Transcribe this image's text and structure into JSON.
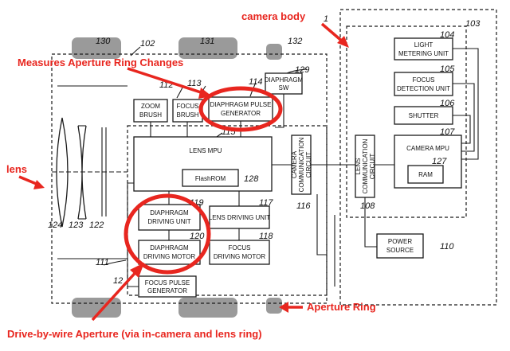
{
  "colors": {
    "annotation": "#e8261f",
    "line": "#1a1a1a",
    "grip": "#9a9a9a"
  },
  "annotations": {
    "camera_body": "camera body",
    "measures": "Measures Aperture Ring Changes",
    "lens": "lens",
    "aperture_ring": "Aperture Ring",
    "drive_by_wire": "Drive-by-wire Aperture (via in-camera and lens ring)"
  },
  "blocks": {
    "zoom_brush": [
      "ZOOM",
      "BRUSH"
    ],
    "focus_brush": [
      "FOCUS",
      "BRUSH"
    ],
    "diaphragm_pulse_generator": [
      "DIAPHRAGM PULSE",
      "GENERATOR"
    ],
    "diaphragm_sw": [
      "DIAPHRAGM",
      "SW"
    ],
    "lens_mpu": [
      "LENS MPU"
    ],
    "flashrom": [
      "FlashROM"
    ],
    "camera_communication_circuit": [
      "CAMERA",
      "COMMUNICATION",
      "CIRCUIT"
    ],
    "diaphragm_driving_unit": [
      "DIAPHRAGM",
      "DRIVING UNIT"
    ],
    "lens_driving_unit": [
      "LENS DRIVING UNIT"
    ],
    "diaphragm_driving_motor": [
      "DIAPHRAGM",
      "DRIVING MOTOR"
    ],
    "focus_driving_motor": [
      "FOCUS",
      "DRIVING MOTOR"
    ],
    "focus_pulse_generator": [
      "FOCUS PULSE",
      "GENERATOR"
    ],
    "lens_communication_circuit": [
      "LENS",
      "COMMUNICATION",
      "CIRCUIT"
    ],
    "power_source": [
      "POWER",
      "SOURCE"
    ],
    "light_metering_unit": [
      "LIGHT",
      "METERING UNIT"
    ],
    "focus_detection_unit": [
      "FOCUS",
      "DETECTION UNIT"
    ],
    "shutter": [
      "SHUTTER"
    ],
    "camera_mpu": [
      "CAMERA MPU"
    ],
    "ram": [
      "RAM"
    ]
  },
  "refs": {
    "r130": "130",
    "r102": "102",
    "r131": "131",
    "r132": "132",
    "r1": "1",
    "r103": "103",
    "r104": "104",
    "r105": "105",
    "r106": "106",
    "r107": "107",
    "r127": "127",
    "r108": "108",
    "r110": "110",
    "r129": "129",
    "r112": "112",
    "r113": "113",
    "r114": "114",
    "r115": "115",
    "r128": "128",
    "r116": "116",
    "r119": "119",
    "r117": "117",
    "r120": "120",
    "r118": "118",
    "r111": "111",
    "r12": "12",
    "r124": "124",
    "r123": "123",
    "r122": "122"
  }
}
